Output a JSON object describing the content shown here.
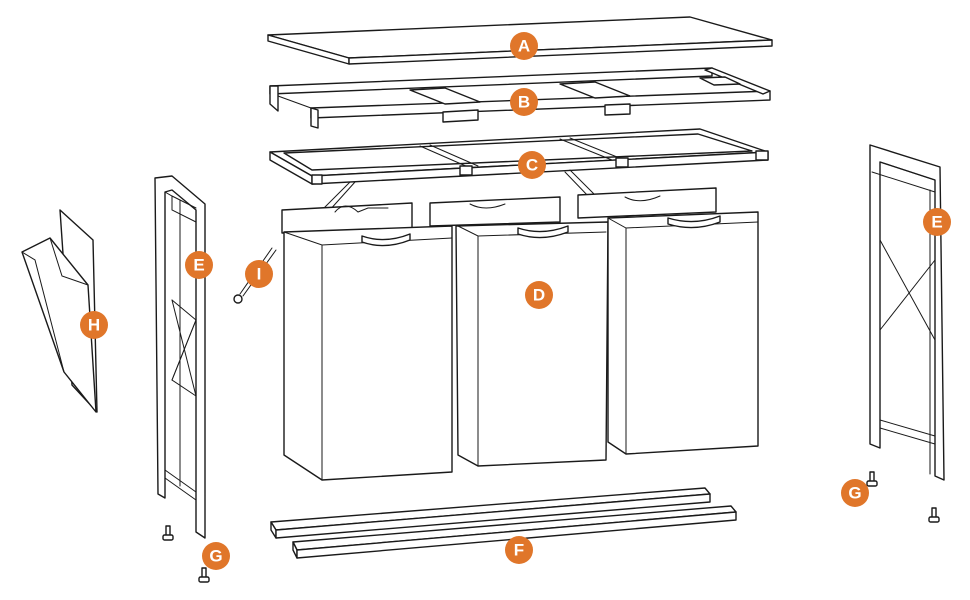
{
  "colors": {
    "badge_fill": "#E0762A",
    "badge_text": "#FFFFFF",
    "line": "#1A1A1A",
    "background": "#FFFFFF"
  },
  "parts": {
    "A": {
      "label": "A",
      "description": "top-panel"
    },
    "B": {
      "label": "B",
      "description": "upper-frame"
    },
    "C": {
      "label": "C",
      "description": "bag-frame"
    },
    "D": {
      "label": "D",
      "description": "laundry-bags"
    },
    "E_left": {
      "label": "E",
      "description": "side-frame-left"
    },
    "E_right": {
      "label": "E",
      "description": "side-frame-right"
    },
    "F": {
      "label": "F",
      "description": "bottom-bars"
    },
    "G_left": {
      "label": "G",
      "description": "feet-left"
    },
    "G_right": {
      "label": "G",
      "description": "feet-right"
    },
    "H": {
      "label": "H",
      "description": "side-pocket"
    },
    "I": {
      "label": "I",
      "description": "wrench"
    }
  }
}
